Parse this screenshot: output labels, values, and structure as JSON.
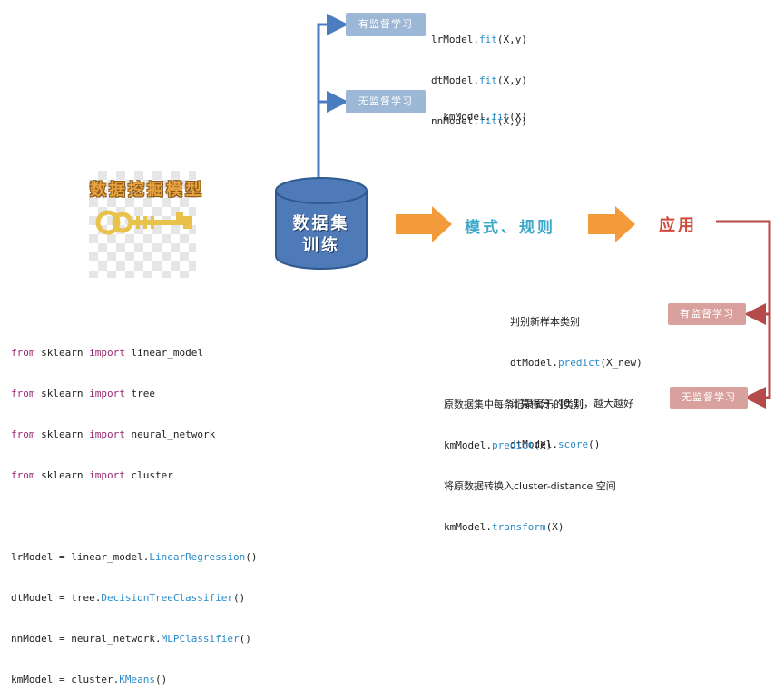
{
  "logo": {
    "title": "数据挖掘模型"
  },
  "cylinder": {
    "line1": "数据集",
    "line2": "训练"
  },
  "flow": {
    "pattern_label": "模式、规则",
    "apply_label": "应用"
  },
  "top": {
    "supervised_tag": "有监督学习",
    "supervised_code": [
      {
        "obj": "lrModel.",
        "fn": "fit",
        "args": "(X,y)"
      },
      {
        "obj": "dtModel.",
        "fn": "fit",
        "args": "(X,y)"
      },
      {
        "obj": "nnModel.",
        "fn": "fit",
        "args": "(X,y)"
      }
    ],
    "unsupervised_tag": "无监督学习",
    "unsupervised_code": {
      "obj": "kmModel.",
      "fn": "fit",
      "args": "(X)"
    }
  },
  "bottom": {
    "supervised_tag": "有监督学习",
    "supervised_note1": "判别新样本类别",
    "supervised_code1": {
      "obj": "dtModel.",
      "fn": "predict",
      "args": "(X_new)"
    },
    "supervised_note2": "计算得分，[0,1]，越大越好",
    "supervised_code2": {
      "obj": "dtModel.",
      "fn": "score",
      "args": "()"
    },
    "unsupervised_tag": "无监督学习",
    "unsupervised_note1": "原数据集中每条记录属于的类别",
    "unsupervised_code1": {
      "obj": "kmModel.",
      "fn": "predict",
      "args": "(X)"
    },
    "unsupervised_note2": "将原数据转换入cluster-distance 空间",
    "unsupervised_code2": {
      "obj": "kmModel.",
      "fn": "transform",
      "args": "(X)"
    }
  },
  "code": {
    "imports": [
      {
        "kw1": "from",
        "mod": " sklearn ",
        "kw2": "import",
        "name": " linear_model"
      },
      {
        "kw1": "from",
        "mod": " sklearn ",
        "kw2": "import",
        "name": " tree"
      },
      {
        "kw1": "from",
        "mod": " sklearn ",
        "kw2": "import",
        "name": " neural_network"
      },
      {
        "kw1": "from",
        "mod": " sklearn ",
        "kw2": "import",
        "name": " cluster"
      }
    ],
    "assigns": [
      {
        "lhs": "lrModel = linear_model.",
        "cls": "LinearRegression",
        "tail": "()"
      },
      {
        "lhs": "dtModel = tree.",
        "cls": "DecisionTreeClassifier",
        "tail": "()"
      },
      {
        "lhs": "nnModel = neural_network.",
        "cls": "MLPClassifier",
        "tail": "()"
      },
      {
        "lhs": "kmModel = cluster.",
        "cls": "KMeans",
        "tail": "()"
      }
    ]
  },
  "colors": {
    "blue_line": "#4a7dbf",
    "red_line": "#b54a4a",
    "orange_arrow": "#f39a3a",
    "cylinder_fill": "#4f7ab8",
    "cylinder_stroke": "#2f5a8f"
  }
}
